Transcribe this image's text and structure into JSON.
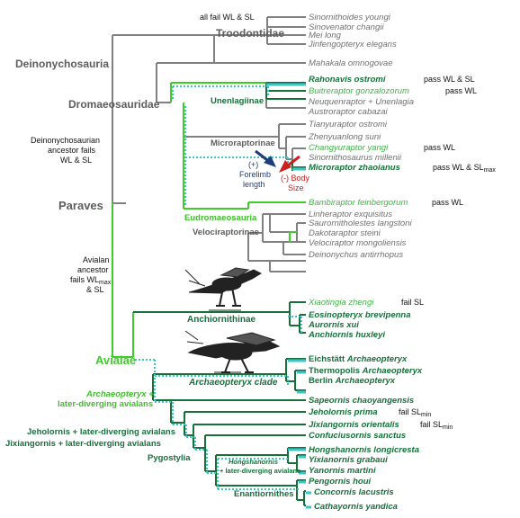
{
  "clades": {
    "troodontidae": "Troodontidae",
    "deinonychosauria": "Deinonychosauria",
    "dromaeosauridae": "Dromaeosauridae",
    "unenlagiinae": "Unenlagiinae",
    "microraptorinae": "Microraptorinae",
    "eudromaeosauria": "Eudromaeosauria",
    "velociraptorinae": "Velociraptorinae",
    "paraves": "Paraves",
    "anchiornithinae": "Anchiornithinae",
    "archaeopteryx_clade": "Archaeopteryx clade",
    "avialae": "Avialae",
    "arch_later_1": "Archaeopteryx +",
    "arch_later_2": "later-diverging avialans",
    "jeholornis_later": "Jeholornis + later-diverging avialans",
    "jixiangornis_later": "Jixiangornis + later-diverging avialans",
    "pygostylia": "Pygostylia",
    "hong_later_1": "Hongshanornis",
    "hong_later_2": "+ later-diverging avialans",
    "enantiornithes": "Enantiornithes"
  },
  "notes": {
    "all_fail": "all fail WL & SL",
    "deino_1": "Deinonychosaurian",
    "deino_2": "ancestor fails",
    "deino_3": "WL & SL",
    "avialan_1": "Avialan",
    "avialan_2": "ancestor",
    "avialan_3": "fails WL",
    "avialan_3_sub": "max",
    "avialan_4": "& SL",
    "forelimb_1": "(+)",
    "forelimb_2": "Forelimb",
    "forelimb_3": "length",
    "body_1": "(-) Body",
    "body_2": "Size"
  },
  "taxa": [
    {
      "name": "Sinornithoides youngi",
      "status": ""
    },
    {
      "name": "Sinovenator changii",
      "status": ""
    },
    {
      "name": "Mei long",
      "status": ""
    },
    {
      "name": "Jinfengopteryx elegans",
      "status": ""
    },
    {
      "name": "Mahakala omnogovae",
      "status": ""
    },
    {
      "name": "Rahonavis ostromi",
      "status": "pass WL & SL"
    },
    {
      "name": "Buitreraptor gonzalozorum",
      "status": "pass WL"
    },
    {
      "name": "Neuquenraptor + Unenlagia",
      "status": ""
    },
    {
      "name": "Austroraptor cabazai",
      "status": ""
    },
    {
      "name": "Tianyuraptor ostromi",
      "status": ""
    },
    {
      "name": "Zhenyuanlong suni",
      "status": ""
    },
    {
      "name": "Changyuraptor yangi",
      "status": "pass WL"
    },
    {
      "name": "Sinornithosaurus millenii",
      "status": ""
    },
    {
      "name": "Microraptor zhaoianus",
      "status": "pass WL & SL",
      "status_sub": "max"
    },
    {
      "name": "Bambiraptor feinbergorum",
      "status": "pass WL"
    },
    {
      "name": "Linheraptor exquisitus",
      "status": ""
    },
    {
      "name": "Saurornitholestes langstoni",
      "status": ""
    },
    {
      "name": "Dakotaraptor steini",
      "status": ""
    },
    {
      "name": "Velociraptor mongoliensis",
      "status": ""
    },
    {
      "name": "Deinonychus antirrhopus",
      "status": ""
    },
    {
      "name": "Xiaotingia zhengi",
      "status": "fail SL"
    },
    {
      "name": "Eosinopteryx brevipenna",
      "status": ""
    },
    {
      "name": "Aurornis xui",
      "status": ""
    },
    {
      "name": "Anchiornis huxleyi",
      "status": ""
    },
    {
      "name_pre": "Eichstätt ",
      "name": "Archaeopteryx",
      "status": ""
    },
    {
      "name_pre": "Thermopolis ",
      "name": "Archaeopteryx",
      "status": ""
    },
    {
      "name_pre": "Berlin ",
      "name": "Archaeopteryx",
      "status": ""
    },
    {
      "name": "Sapeornis chaoyangensis",
      "status": ""
    },
    {
      "name": "Jeholornis prima",
      "status": "fail SL",
      "status_sub": "min"
    },
    {
      "name": "Jixiangornis orientalis",
      "status": "fail SL",
      "status_sub": "min"
    },
    {
      "name": "Confuciusornis sanctus",
      "status": ""
    },
    {
      "name": "Hongshanornis longicresta",
      "status": ""
    },
    {
      "name": "Yixianornis grabaui",
      "status": ""
    },
    {
      "name": "Yanornis martini",
      "status": ""
    },
    {
      "name": "Pengornis houi",
      "status": ""
    },
    {
      "name": "Concornis lacustris",
      "status": ""
    },
    {
      "name": "Cathayornis yandica",
      "status": ""
    }
  ],
  "colors": {
    "grey": "#808080",
    "light_green": "#3fcc2b",
    "dark_green": "#16703a",
    "teal": "#3cc6c6",
    "blue_arrow": "#1f3d7a",
    "red_arrow": "#cc1f1f"
  }
}
